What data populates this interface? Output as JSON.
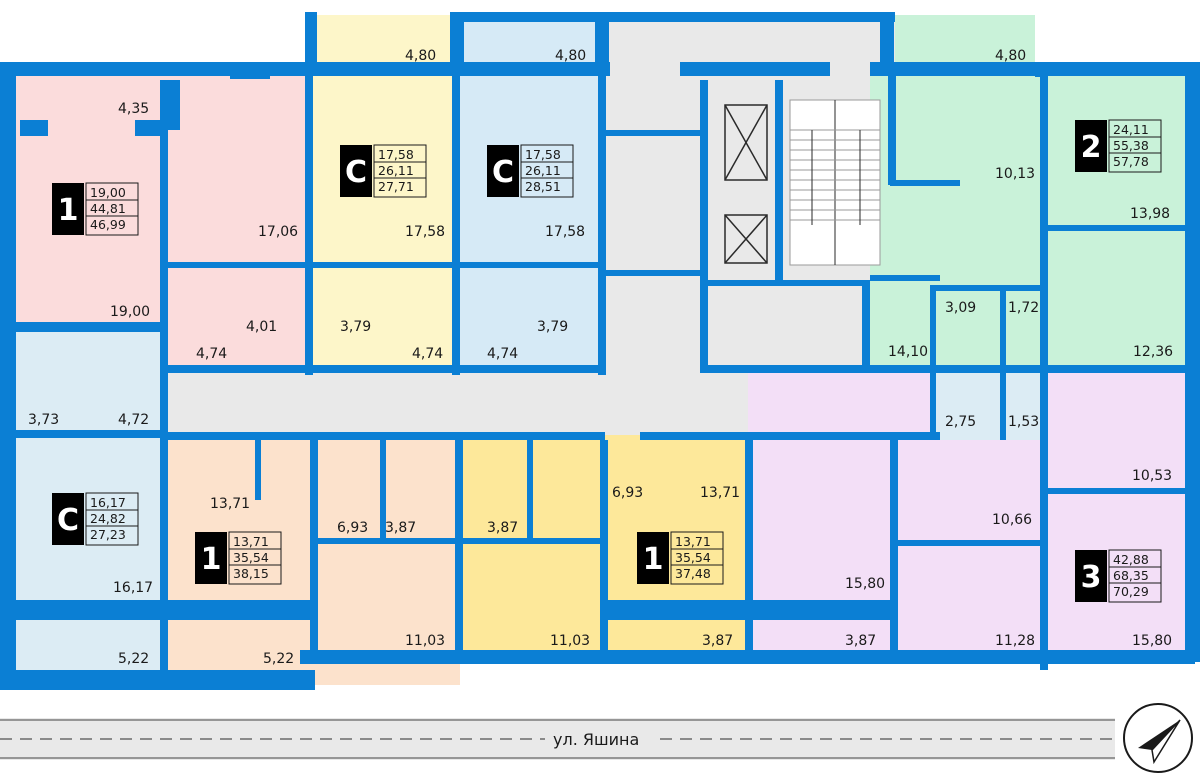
{
  "colors": {
    "wall": "#0b7fd4",
    "corridor": "#e9e9e9",
    "pink": "#fbdcdc",
    "yellow": "#fdf6c9",
    "blue": "#d6eaf6",
    "green": "#c9f2d9",
    "lightblue": "#dcecf4",
    "peach": "#fce2cc",
    "gold": "#fde89a",
    "lilac": "#f3dff7",
    "badge": "#000000"
  },
  "apartments": [
    {
      "type": "1",
      "areas": [
        "19,00",
        "44,81",
        "46,99"
      ]
    },
    {
      "type": "С",
      "areas": [
        "17,58",
        "26,11",
        "27,71"
      ]
    },
    {
      "type": "С",
      "areas": [
        "17,58",
        "26,11",
        "28,51"
      ]
    },
    {
      "type": "2",
      "areas": [
        "24,11",
        "55,38",
        "57,78"
      ]
    },
    {
      "type": "С",
      "areas": [
        "16,17",
        "24,82",
        "27,23"
      ]
    },
    {
      "type": "1",
      "areas": [
        "13,71",
        "35,54",
        "38,15"
      ]
    },
    {
      "type": "1",
      "areas": [
        "13,71",
        "35,54",
        "37,48"
      ]
    },
    {
      "type": "3",
      "areas": [
        "42,88",
        "68,35",
        "70,29"
      ]
    }
  ],
  "room_labels": {
    "b1": "4,80",
    "b2": "4,80",
    "b3": "4,80",
    "a1_balcony": "4,35",
    "a1_kitchen": "17,06",
    "a1_room": "19,00",
    "a1_hall": "4,74",
    "a1_bath": "4,01",
    "a2_room": "17,58",
    "a2_bath": "3,79",
    "a2_hall": "4,74",
    "a3_room": "17,58",
    "a3_bath": "3,79",
    "a3_hall": "4,74",
    "a4_kitchen": "10,13",
    "a4_room": "13,98",
    "a4_hall": "14,10",
    "a4_bath": "3,09",
    "a4_wc": "1,72",
    "a4_room2": "12,36",
    "a5_bath": "3,73",
    "a5_hall": "4,72",
    "a5_room": "16,17",
    "a5_balcony": "5,22",
    "a6_room": "13,71",
    "a6_hall": "6,93",
    "a6_bath": "3,87",
    "a6_kitchen": "11,03",
    "a6_balcony": "5,22",
    "a7_bath": "3,87",
    "a7_hall": "6,93",
    "a7_room": "13,71",
    "a7_kitchen": "11,03",
    "a7_balcony": "3,87",
    "a8_room1": "15,80",
    "a8_balcony": "3,87",
    "a8_bath": "2,75",
    "a8_wc": "1,53",
    "a8_hall": "10,66",
    "a8_kitchen": "10,53",
    "a8_room2": "11,28",
    "a8_room3": "15,80"
  },
  "street": {
    "name": "ул. Яшина"
  },
  "compass": {
    "icon": "compass-arrow-icon"
  }
}
